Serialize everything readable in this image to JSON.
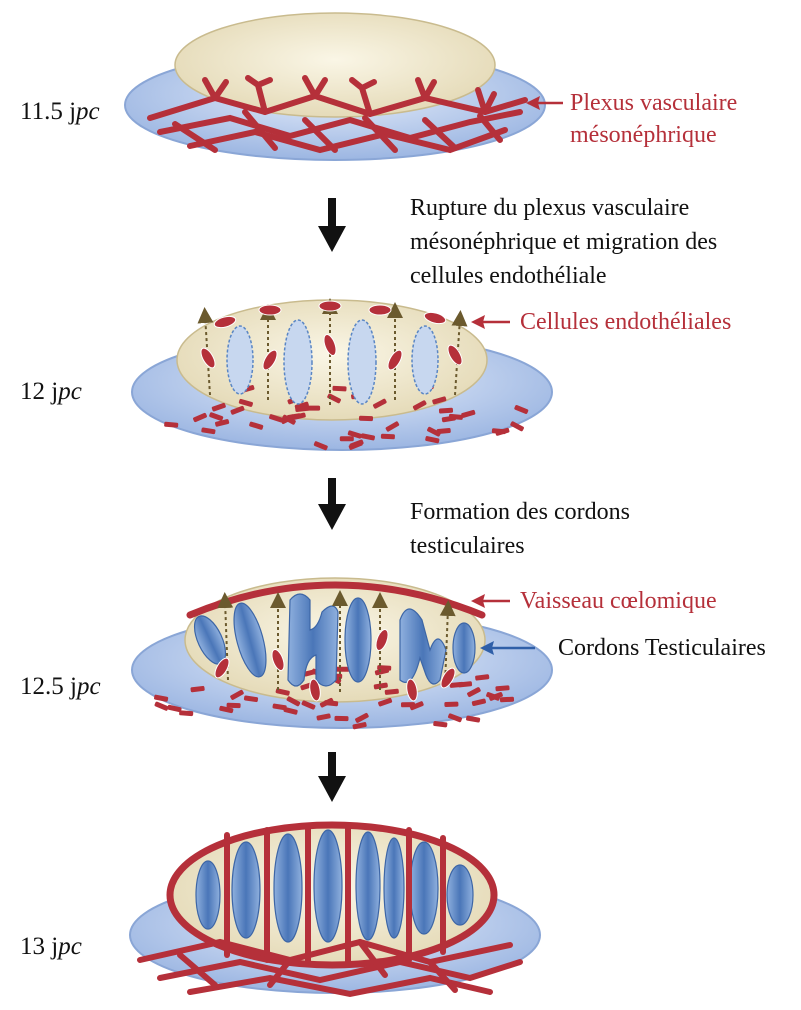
{
  "stages": [
    {
      "prefix": "11.5 j",
      "unit": "pc"
    },
    {
      "prefix": "12 j",
      "unit": "pc"
    },
    {
      "prefix": "12.5 j",
      "unit": "pc"
    },
    {
      "prefix": "13 j",
      "unit": "pc"
    }
  ],
  "labels": {
    "plexus_line1": "Plexus vasculaire",
    "plexus_line2": "mésonéphrique",
    "endothelial_cells": "Cellules  endothéliales",
    "coelomic_vessel": "Vaisseau cœlomique",
    "testis_cords": "Cordons Testiculaires"
  },
  "transitions": [
    {
      "lines": [
        "Rupture du plexus vasculaire",
        "mésonéphrique et migration des",
        "cellules  endothéliale"
      ]
    },
    {
      "lines": [
        "Formation des cordons",
        "testiculaires"
      ]
    }
  ],
  "colors": {
    "vessel_red": "#b5303a",
    "gonad_cream": "#f1ead0",
    "mesonephros_blue": "#c5d6f0",
    "cord_blue": "#5a86c4",
    "migration_arrow": "#6b5a2e",
    "text_red": "#b5303a",
    "pointer_blue": "#2f5fa8",
    "black": "#111111"
  }
}
